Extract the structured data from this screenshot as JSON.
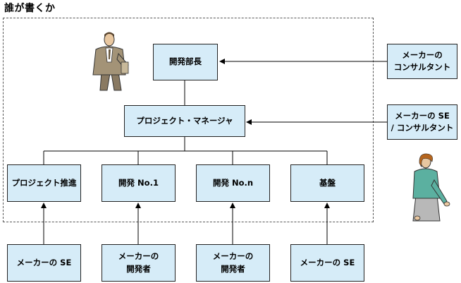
{
  "title": "誰が書くか",
  "org": {
    "head": "開発部長",
    "pm": "プロジェクト・マネージャ",
    "teams": [
      "プロジェクト推進",
      "開発 No.1",
      "開発 No.n",
      "基盤"
    ]
  },
  "external": {
    "head_consultant": "メーカーの\nコンサルタント",
    "pm_consultant": "メーカーの SE\n/ コンサルタント",
    "bottom": [
      "メーカーの SE",
      "メーカーの\n開発者",
      "メーカーの\n開発者",
      "メーカーの SE"
    ]
  },
  "colors": {
    "box_fill": "#d6ecf8",
    "box_border": "#222222",
    "dashed_border": "#555555"
  },
  "illustrations": [
    "businessman-clipart",
    "businesswoman-clipart"
  ]
}
